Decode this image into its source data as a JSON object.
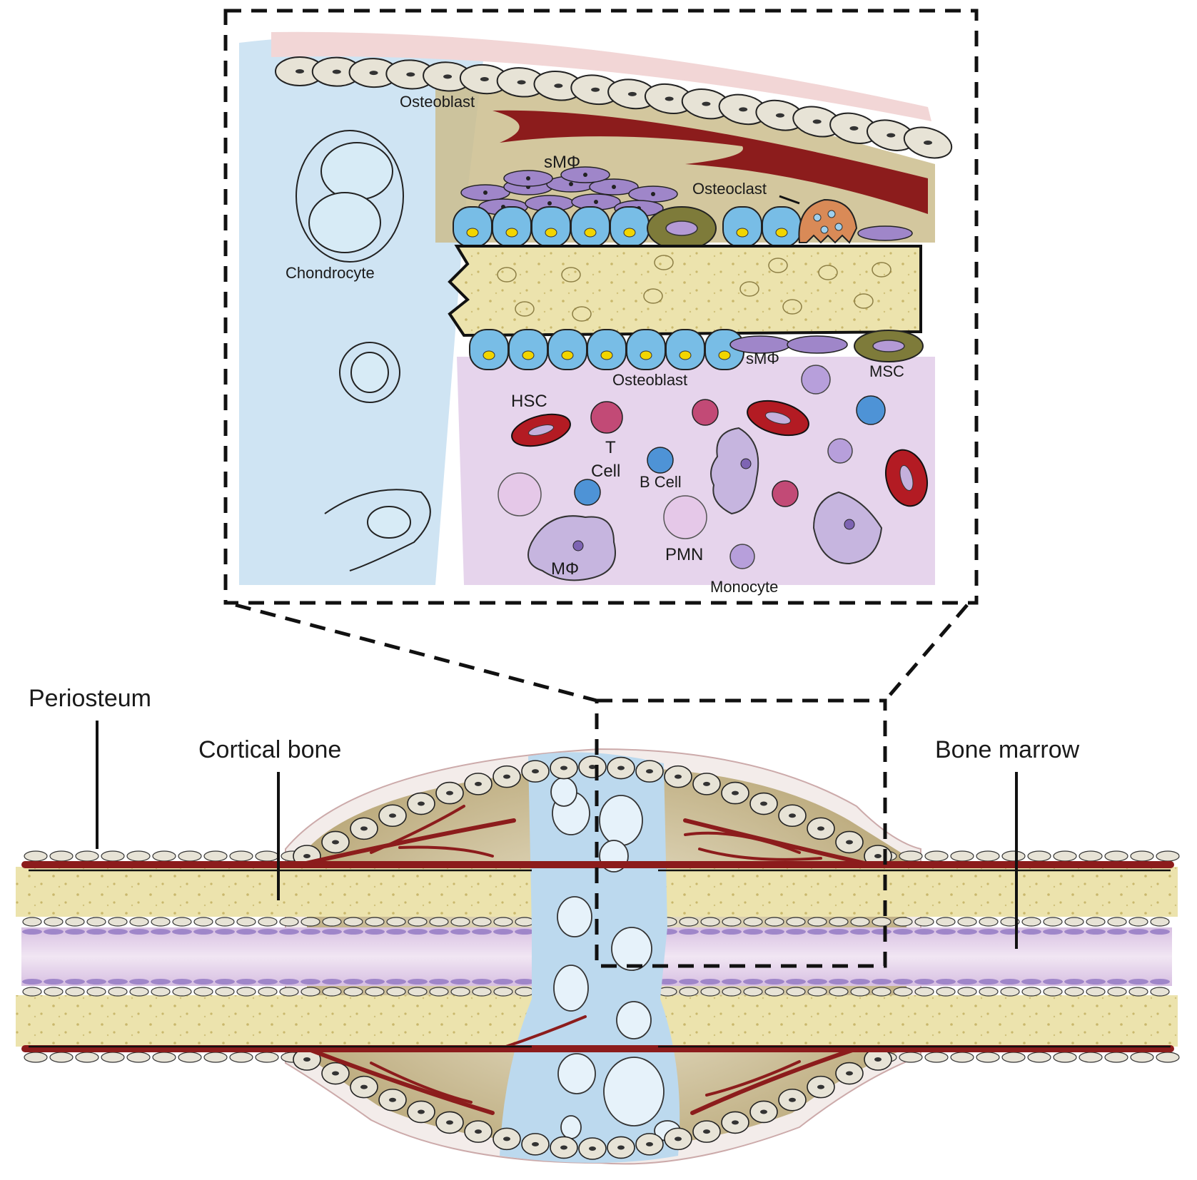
{
  "colors": {
    "bone": "#ece3ad",
    "bone_dark": "#d8cc8a",
    "cartilage": "#bcd9ee",
    "marrow": "#e3cdea",
    "vessel": "#8c1c1c",
    "callus": "#b9a778",
    "osteoblast": "#78bde6",
    "osteoblast_nucleus": "#f2d500",
    "macrophage": "#9f86c9",
    "msc": "#7e7b3a",
    "osteoclast": "#d98a57",
    "rbc": "#b31b23",
    "periosteum_cell": "#e7e3d6"
  },
  "inset": {
    "labels": {
      "osteoblast_top": "Osteoblast",
      "smphi_top": "sMΦ",
      "osteoclast": "Osteoclast",
      "chondrocyte": "Chondrocyte",
      "smphi_bottom": "sMΦ",
      "msc": "MSC",
      "osteoblast_bottom": "Osteoblast",
      "hsc": "HSC",
      "t_cell_line1": "T",
      "t_cell_line2": "Cell",
      "b_cell": "B Cell",
      "pmn": "PMN",
      "mphi": "MΦ",
      "monocyte": "Monocyte"
    }
  },
  "main": {
    "labels": {
      "periosteum": "Periosteum",
      "cortical_bone": "Cortical bone",
      "bone_marrow": "Bone marrow"
    }
  }
}
